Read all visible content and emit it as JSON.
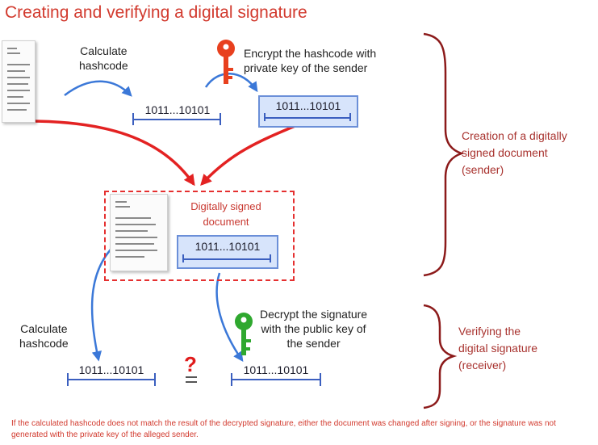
{
  "title": "Creating and verifying a digital signature",
  "steps": {
    "calc_hash_top": "Calculate\nhashcode",
    "encrypt": "Encrypt the hashcode with\nprivate key of the sender",
    "signed_doc": "Digitally signed\ndocument",
    "calc_hash_bottom": "Calculate\nhashcode",
    "decrypt": "Decrypt the signature\nwith the public key of\nthe sender"
  },
  "hashes": {
    "h1": "1011...10101",
    "h2": "1011...10101",
    "h3": "1011...10101",
    "h4": "1011...10101",
    "h5": "1011...10101"
  },
  "phases": {
    "sender": "Creation of a digitally\nsigned document\n(sender)",
    "receiver": "Verifying the\ndigital signature\n(receiver)"
  },
  "compare_symbol": "?",
  "footnote": "If the calculated hashcode does not match the result of the decrypted signature, either the document was changed after signing, or the signature was not generated with the private key of the alleged sender.",
  "colors": {
    "title": "#d23a2e",
    "arrow_blue": "#3b78d8",
    "arrow_red": "#e32222",
    "brace": "#8c1a1a",
    "private_key": "#e8401e",
    "public_key": "#2fa82f"
  },
  "icons": [
    "document-icon",
    "private-key-icon",
    "public-key-icon"
  ]
}
